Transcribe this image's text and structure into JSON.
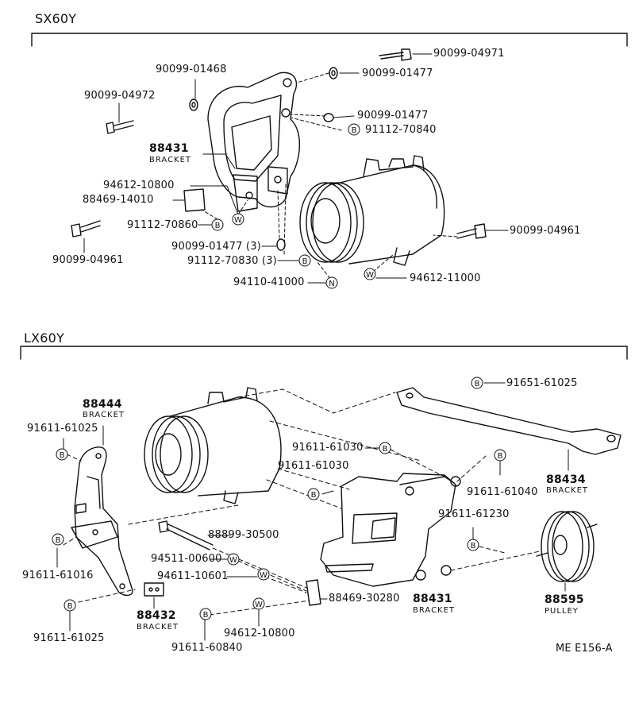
{
  "sections": [
    {
      "id": "sx",
      "title": "SX60Y"
    },
    {
      "id": "lx",
      "title": "LX60Y"
    }
  ],
  "sx_labels": {
    "p90099_04971": "90099-04971",
    "p90099_01468": "90099-01468",
    "p90099_01477_a": "90099-01477",
    "p90099_04972": "90099-04972",
    "p90099_01477_b": "90099-01477",
    "p91112_70840": "91112-70840",
    "p88431": "88431",
    "p88431_sub": "BRACKET",
    "p94612_10800": "94612-10800",
    "p88469_14010": "88469-14010",
    "p91112_70860": "91112-70860",
    "p90099_04961_l": "90099-04961",
    "p90099_01477_3": "90099-01477 (3)",
    "p91112_70830_3": "91112-70830 (3)",
    "p94110_41000": "94110-41000",
    "p94612_11000": "94612-11000",
    "p90099_04961_r": "90099-04961"
  },
  "lx_labels": {
    "p88444": "88444",
    "p88444_sub": "BRACKET",
    "p91611_61025_a": "91611-61025",
    "p91651_61025": "91651-61025",
    "p91611_61030_a": "91611-61030",
    "p91611_61030_b": "91611-61030",
    "p91611_61040": "91611-61040",
    "p88434": "88434",
    "p88434_sub": "BRACKET",
    "p91611_61230": "91611-61230",
    "p88899_30500": "88899-30500",
    "p91611_61016": "91611-61016",
    "p94511_00600": "94511-00600",
    "p94611_10601": "94611-10601",
    "p88469_30280": "88469-30280",
    "p88432": "88432",
    "p88432_sub": "BRACKET",
    "p88431": "88431",
    "p88431_sub": "BRACKET",
    "p88595": "88595",
    "p88595_sub": "PULLEY",
    "p94612_10800": "94612-10800",
    "p91611_61025_b": "91611-61025",
    "p91611_60840": "91611-60840"
  },
  "symbols": {
    "bolt": "B",
    "washer": "W",
    "nut": "N"
  },
  "footer": {
    "code": "ME  E156-A"
  }
}
